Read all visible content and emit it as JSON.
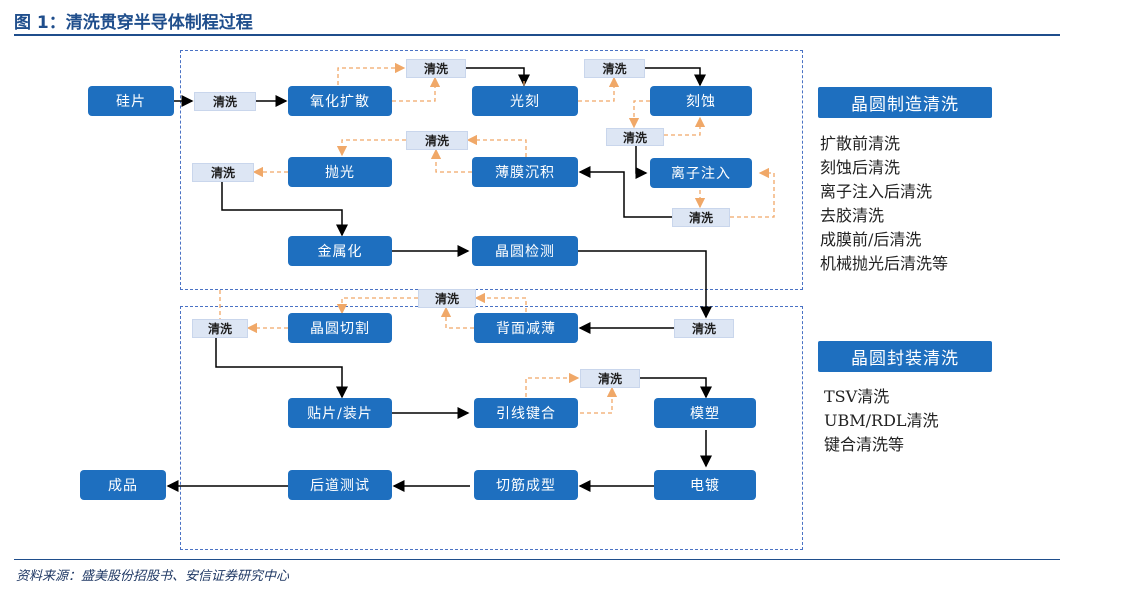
{
  "title": "图 1：清洗贯穿半导体制程过程",
  "source": "资料来源：盛美股份招股书、安信证券研究中心",
  "steps": {
    "wafer": "硅片",
    "oxidation": "氧化扩散",
    "lithography": "光刻",
    "etching": "刻蚀",
    "polishing": "抛光",
    "thin_film": "薄膜沉积",
    "ion_implant": "离子注入",
    "metallization": "金属化",
    "wafer_inspection": "晶圆检测",
    "wafer_dicing": "晶圆切割",
    "back_thinning": "背面减薄",
    "die_attach": "贴片/装片",
    "wire_bonding": "引线键合",
    "molding": "模塑",
    "final_product": "成品",
    "back_end_test": "后道测试",
    "trim_form": "切筋成型",
    "plating": "电镀"
  },
  "clean_label": "清洗",
  "legend_fab": {
    "title": "晶圆制造清洗",
    "items": [
      "扩散前清洗",
      "刻蚀后清洗",
      "离子注入后清洗",
      "去胶清洗",
      "成膜前/后清洗",
      "机械抛光后清洗等"
    ]
  },
  "legend_pkg": {
    "title": "晶圆封装清洗",
    "items": [
      "TSV清洗",
      "UBM/RDL清洗",
      "键合清洗等"
    ]
  },
  "colors": {
    "box": "#1e6fbf",
    "clean_box": "#dde6f4",
    "solid_line": "#000000",
    "dashed_line": "#f0a868",
    "section_border": "#4a72c4",
    "title": "#1f4e8c"
  }
}
